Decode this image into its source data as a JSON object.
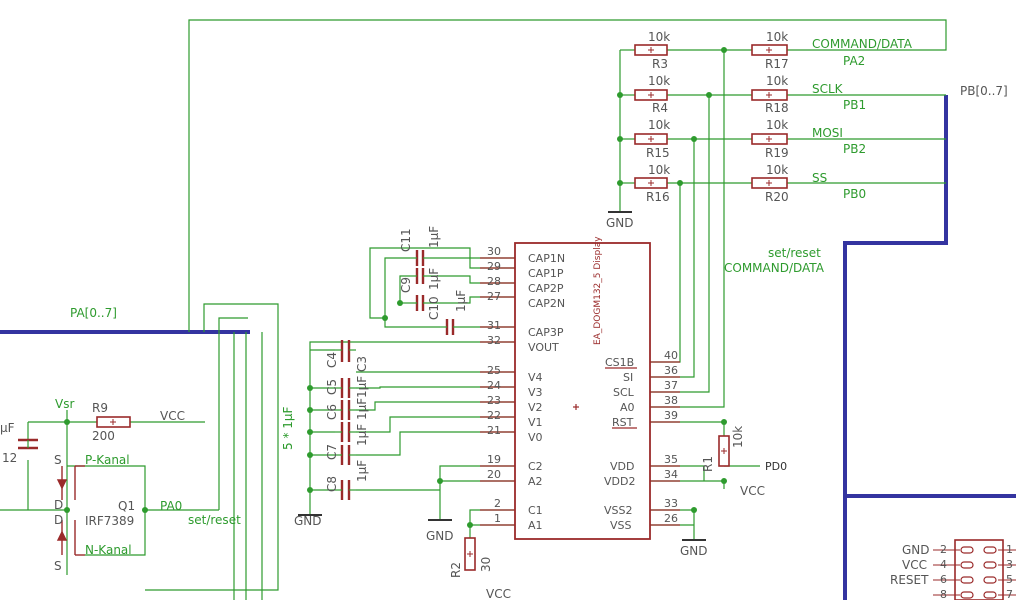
{
  "labels": {
    "pa_bus": "PA[0..7]",
    "pb_bus": "PB[0..7]",
    "cmd_data_top": "COMMAND/DATA",
    "pa2": "PA2",
    "sclk": "SCLK",
    "pb1": "PB1",
    "mosi": "MOSI",
    "pb2": "PB2",
    "ss": "SS",
    "pb0": "PB0",
    "set_reset_a": "set/reset",
    "cmd_data_mid": "COMMAND/DATA",
    "set_reset_b": "set/reset",
    "pa0": "PA0",
    "pd0": "PD0",
    "vcc_r1": "VCC",
    "vcc_r9": "VCC",
    "vcc_r2": "VCC",
    "vsr": "Vsr",
    "p_kanal": "P-Kanal",
    "n_kanal": "N-Kanal",
    "q1": "Q1",
    "irf": "IRF7389",
    "s_top": "S",
    "d_top": "D",
    "d_bot": "D",
    "s_bot": "S",
    "uf_left": "µF",
    "c12": "12",
    "five_caps": "5 * 1µF"
  },
  "gnd": {
    "g1": "GND",
    "g2": "GND",
    "g3": "GND",
    "g4": "GND"
  },
  "resistors": [
    {
      "name": "R3",
      "value": "10k"
    },
    {
      "name": "R17",
      "value": "10k"
    },
    {
      "name": "R4",
      "value": "10k"
    },
    {
      "name": "R18",
      "value": "10k"
    },
    {
      "name": "R15",
      "value": "10k"
    },
    {
      "name": "R19",
      "value": "10k"
    },
    {
      "name": "R16",
      "value": "10k"
    },
    {
      "name": "R20",
      "value": "10k"
    },
    {
      "name": "R9",
      "value": "200"
    },
    {
      "name": "R1",
      "value": "10k"
    },
    {
      "name": "R2",
      "value": "30"
    }
  ],
  "capacitors": {
    "c11": "C11",
    "c11v": "1µF",
    "c9": "C9",
    "c9v": "1µF",
    "c10": "C10",
    "c10v": "1µF",
    "c4": "C4",
    "c3": "C3",
    "c5": "C5",
    "c5v": "1µF",
    "c6": "C6",
    "c6v": "1µF",
    "c7": "C7",
    "c7v": "1µF",
    "c8": "C8",
    "c8v": "1µF"
  },
  "ic": {
    "name": "EA_DOGM132_5 Display",
    "left_pins": [
      {
        "num": "30",
        "name": "CAP1N"
      },
      {
        "num": "29",
        "name": "CAP1P"
      },
      {
        "num": "28",
        "name": "CAP2P"
      },
      {
        "num": "27",
        "name": "CAP2N"
      },
      {
        "num": "31",
        "name": "CAP3P"
      },
      {
        "num": "32",
        "name": "VOUT"
      },
      {
        "num": "25",
        "name": "V4"
      },
      {
        "num": "24",
        "name": "V3"
      },
      {
        "num": "23",
        "name": "V2"
      },
      {
        "num": "22",
        "name": "V1"
      },
      {
        "num": "21",
        "name": "V0"
      },
      {
        "num": "19",
        "name": "C2"
      },
      {
        "num": "20",
        "name": "A2"
      },
      {
        "num": "2",
        "name": "C1"
      },
      {
        "num": "1",
        "name": "A1"
      }
    ],
    "right_pins": [
      {
        "num": "40",
        "name": "CS1B"
      },
      {
        "num": "36",
        "name": "SI"
      },
      {
        "num": "37",
        "name": "SCL"
      },
      {
        "num": "38",
        "name": "A0"
      },
      {
        "num": "39",
        "name": "RST"
      },
      {
        "num": "35",
        "name": "VDD"
      },
      {
        "num": "34",
        "name": "VDD2"
      },
      {
        "num": "33",
        "name": "VSS2"
      },
      {
        "num": "26",
        "name": "VSS"
      }
    ]
  },
  "connector": {
    "left": [
      "GND",
      "VCC",
      "RESET"
    ],
    "pins_left": [
      "2",
      "4",
      "6",
      "8"
    ],
    "pins_right": [
      "1",
      "3",
      "5",
      "7"
    ]
  },
  "colors": {
    "wire": "#2e9b2e",
    "bus": "#3434a0",
    "part": "#9a2a2a",
    "net_label": "#2e9b2e"
  }
}
